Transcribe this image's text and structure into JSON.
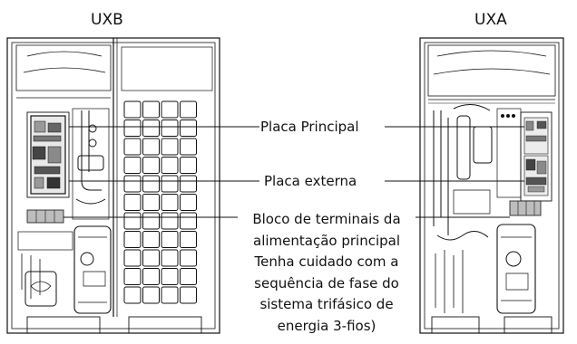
{
  "units": {
    "left_title": "UXB",
    "right_title": "UXA"
  },
  "callouts": {
    "main_board": "Placa Principal",
    "external_board": "Placa externa",
    "terminal_block_lines": [
      "Bloco de terminais da",
      "alimentação principal",
      "Tenha cuidado com a",
      "sequência de fase do",
      "sistema trifásico de",
      "energia 3-fios)"
    ]
  }
}
